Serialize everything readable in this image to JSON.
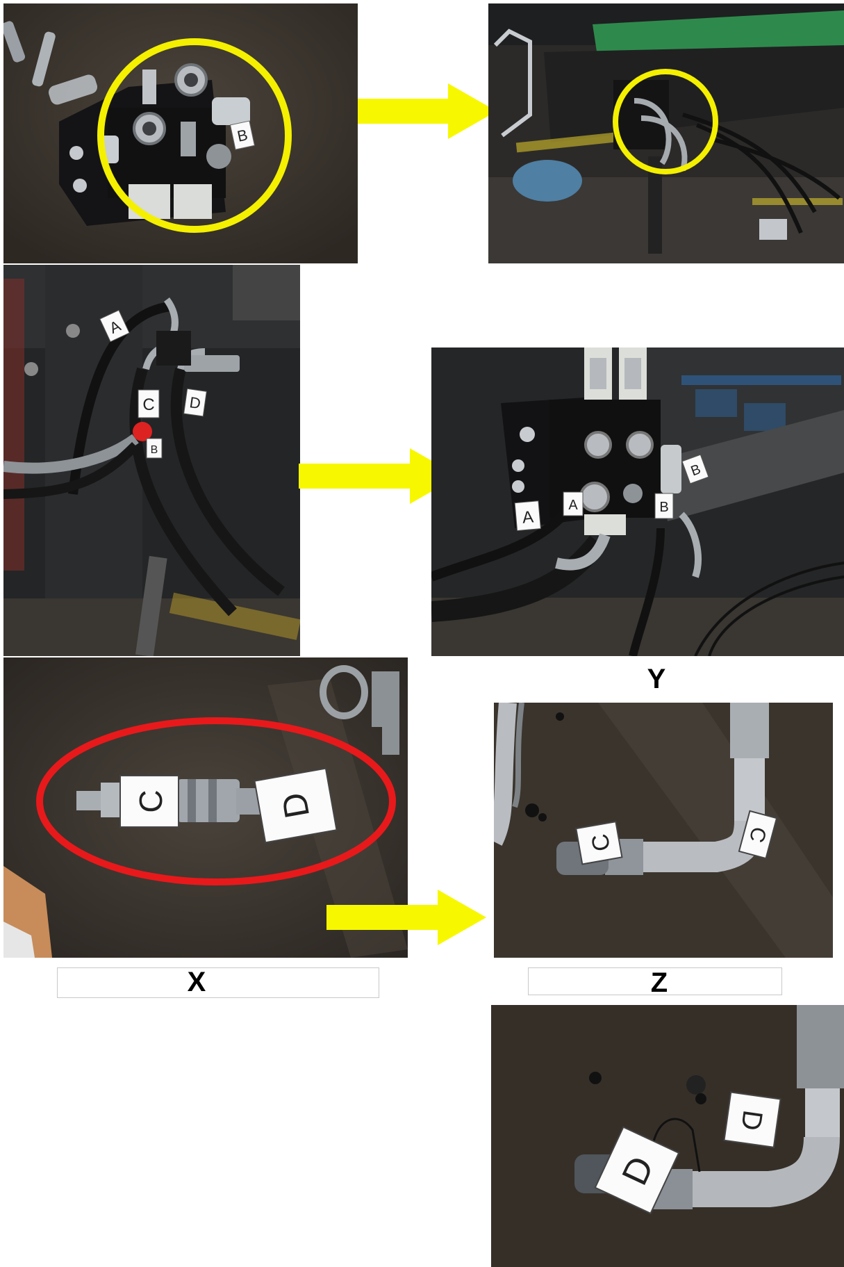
{
  "captions": {
    "x": "X",
    "y": "Y",
    "z": "Z"
  },
  "tags": {
    "a": "A",
    "b": "B",
    "c": "C",
    "d": "D"
  },
  "colors": {
    "arrow": "#f7f700",
    "highlight_yellow": "#f4f000",
    "highlight_red": "#e8191b",
    "floor": "#3a342d",
    "machine": "#1c1c1e",
    "steel": "#b9bcc0"
  },
  "icons": [
    "arrow-right-icon",
    "arrow-right-icon",
    "arrow-right-icon"
  ]
}
